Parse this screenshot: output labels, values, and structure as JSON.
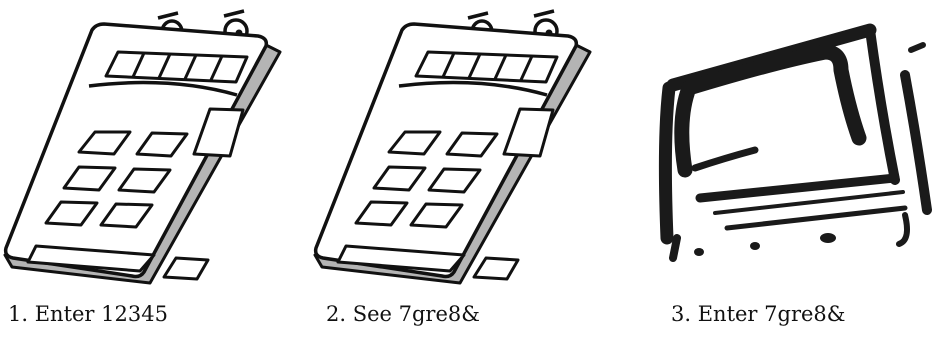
{
  "steps": [
    {
      "caption": "1. Enter 12345",
      "icon": "calculator-icon"
    },
    {
      "caption": "2. See 7gre8&",
      "icon": "calculator-icon"
    },
    {
      "caption": "3. Enter 7gre8&",
      "icon": "computer-monitor-icon"
    }
  ]
}
